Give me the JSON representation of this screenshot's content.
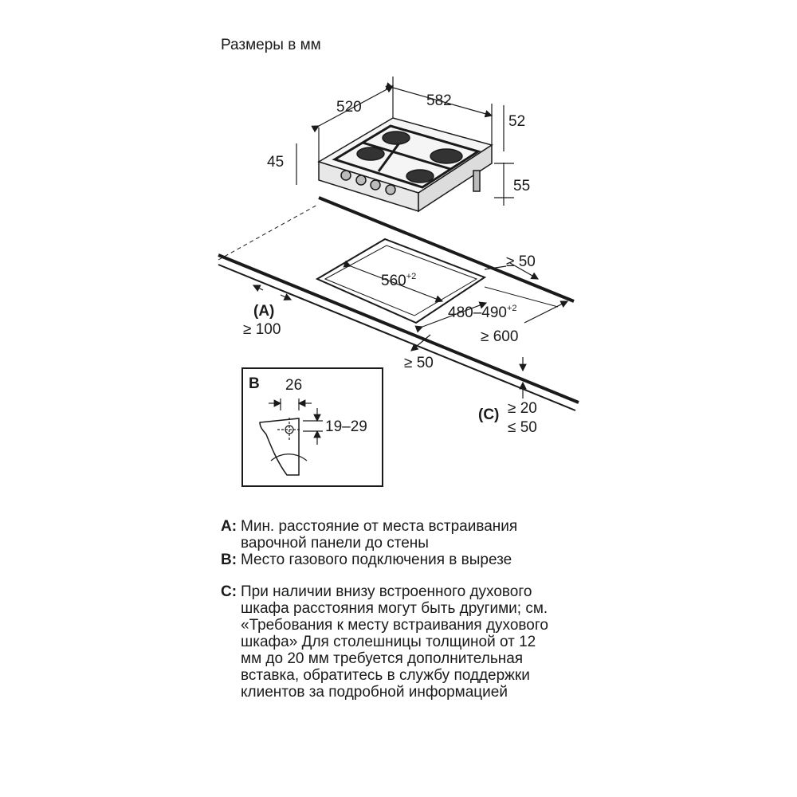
{
  "title": "Размеры в мм",
  "hob_dims": {
    "depth": "520",
    "width": "582",
    "edge_height": "52",
    "side_height": "45",
    "total_height": "55"
  },
  "cutout": {
    "width": "560",
    "width_tol": "+2",
    "depth": "480–490",
    "depth_tol": "+2"
  },
  "clearances": {
    "back": "≥ 50",
    "wall_label": "(A)",
    "wall": "≥ 100",
    "front_edge": "≥ 50",
    "above": "≥ 600",
    "c_label": "(C)",
    "c_min": "≥ 20",
    "c_max": "≤ 50"
  },
  "inset_b": {
    "label": "B",
    "width": "26",
    "height": "19–29"
  },
  "legend": [
    {
      "key": "A:",
      "text": "Мин. расстояние от места встраивания варочной панели до стены"
    },
    {
      "key": "B:",
      "text": "Место газового подключения в вырезе"
    },
    {
      "key": "C:",
      "text": "При наличии внизу встроенного духового шкафа расстояния могут быть другими; см. «Требования к месту встраивания духового шкафа» Для столешницы толщиной от 12 мм до 20 мм требуется дополнительная вставка, обратитесь в службу поддержки клиентов за подробной информацией"
    }
  ]
}
